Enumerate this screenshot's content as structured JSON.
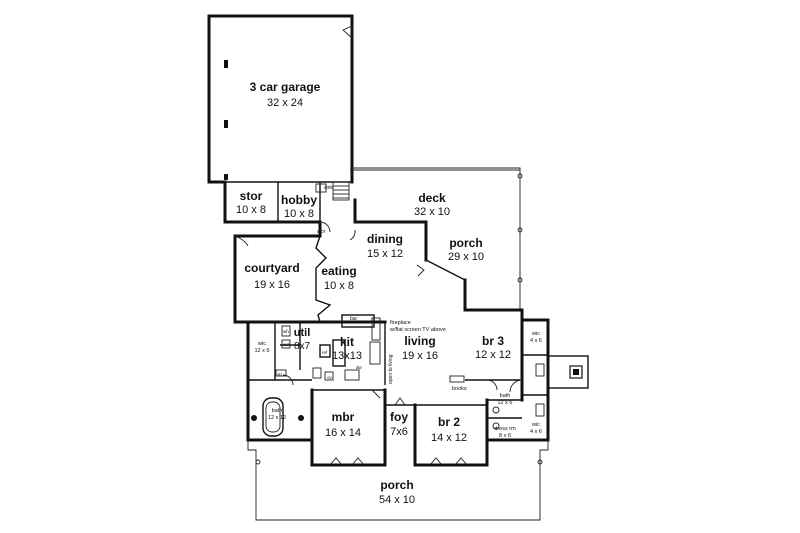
{
  "rooms": {
    "garage": {
      "name": "3 car garage",
      "size": "32 x 24"
    },
    "stor": {
      "name": "stor",
      "size": "10 x 8"
    },
    "hobby": {
      "name": "hobby",
      "size": "10 x 8"
    },
    "deck": {
      "name": "deck",
      "size": "32 x 10"
    },
    "dining": {
      "name": "dining",
      "size": "15 x 12"
    },
    "porch_rear": {
      "name": "porch",
      "size": "29 x 10"
    },
    "courtyard": {
      "name": "courtyard",
      "size": "19 x 16"
    },
    "eating": {
      "name": "eating",
      "size": "10 x 8"
    },
    "util": {
      "name": "util",
      "size": "8x7"
    },
    "kit": {
      "name": "kit",
      "size": "13x13"
    },
    "living": {
      "name": "living",
      "size": "19 x 16"
    },
    "br3": {
      "name": "br 3",
      "size": "12 x 12"
    },
    "mbr": {
      "name": "mbr",
      "size": "16 x 14"
    },
    "foy": {
      "name": "foy",
      "size": "7x6"
    },
    "br2": {
      "name": "br 2",
      "size": "14 x 12"
    },
    "porch_front": {
      "name": "porch",
      "size": "54 x 10"
    },
    "bath_master": {
      "name": "bath",
      "size": "12 x 12"
    },
    "bath_small": {
      "name": "bath",
      "size": "12 x 6"
    },
    "dress": {
      "name": "dress rm",
      "size": "8 x 6"
    },
    "wic_master": {
      "name": "wic",
      "size": "12 x 6"
    },
    "wic_br3": {
      "name": "wic",
      "size": "4 x 6"
    },
    "wic_br2": {
      "name": "wic",
      "size": "4 x 6"
    }
  },
  "notes": {
    "sink": "sink",
    "stor_small": "stor",
    "bar": "bar",
    "fireplace_1": "fireplace",
    "fireplace_2": "w/flat screen TV above",
    "open_to_living": "open to living",
    "books": "books",
    "dw": "dw",
    "ref": "ref",
    "ov": "ov",
    "str": "str",
    "wh": "wh",
    "wd": "wd"
  }
}
